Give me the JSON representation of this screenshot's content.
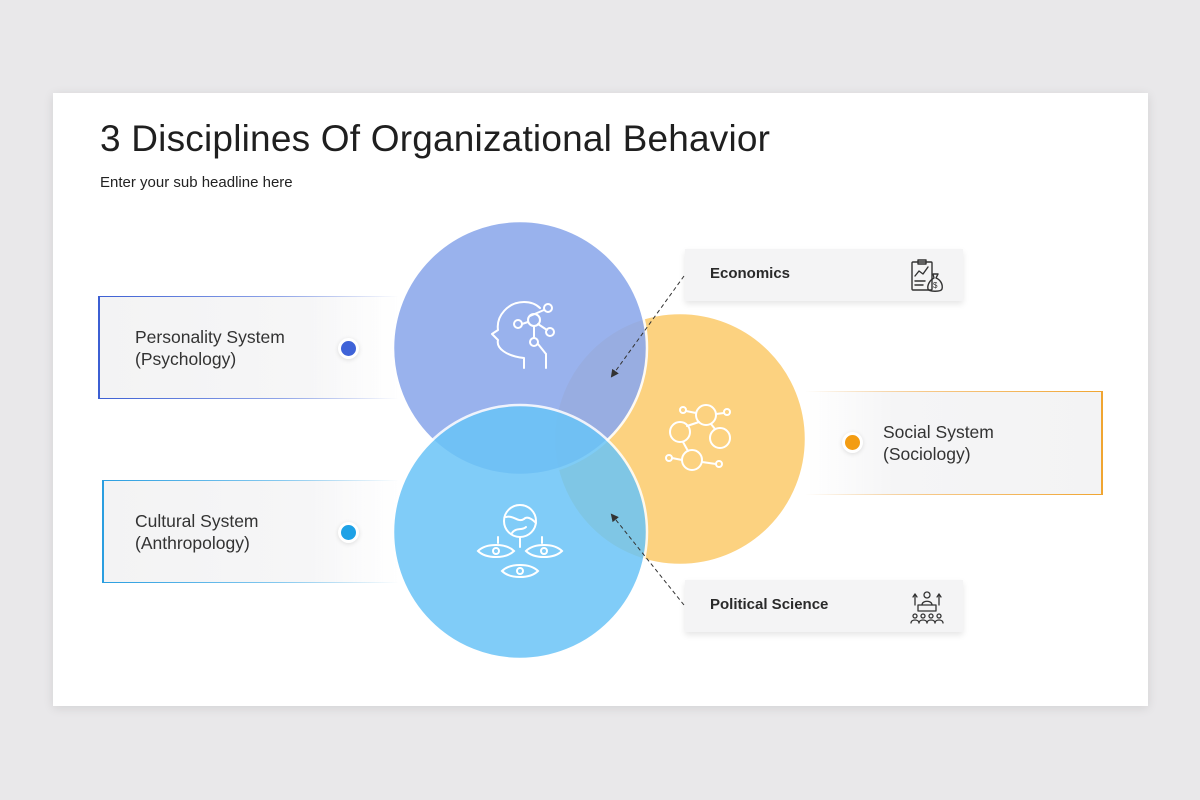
{
  "title": "3 Disciplines Of Organizational Behavior",
  "subtitle": "Enter your sub headline here",
  "disciplines": {
    "personality": {
      "line1": "Personality System",
      "line2": "(Psychology)",
      "color": "#3f63d8",
      "icon": "head-network-icon"
    },
    "cultural": {
      "line1": "Cultural System",
      "line2": "(Anthropology)",
      "color": "#1ea1e6",
      "icon": "globe-eyes-icon"
    },
    "social": {
      "line1": "Social System",
      "line2": "(Sociology)",
      "color": "#f39c12",
      "icon": "people-network-icon"
    }
  },
  "overlaps": {
    "economics": {
      "label": "Economics",
      "icon": "clipboard-money-icon"
    },
    "political": {
      "label": "Political Science",
      "icon": "podium-audience-icon"
    }
  },
  "colors": {
    "blue_circle": "#8eaaec",
    "light_blue_circle": "#72c7f8",
    "orange_circle": "#fcd07a"
  }
}
